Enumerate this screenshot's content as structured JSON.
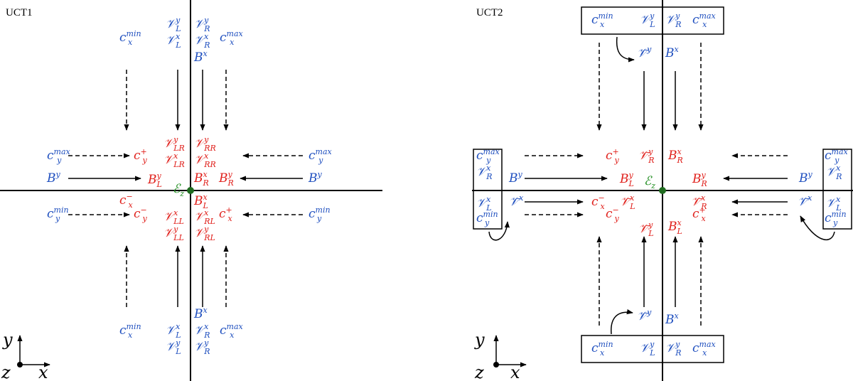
{
  "colors": {
    "blue": "#1f4fbf",
    "red": "#e0201b",
    "green": "#1a8a1a",
    "black": "#000000",
    "dot": "#1f6b1f"
  },
  "panels": [
    {
      "title": "UCT1",
      "labels": [
        {
          "role": "cmin-top",
          "base": "c",
          "sub": "x",
          "sup": "min",
          "color": "blue"
        },
        {
          "role": "VLy-top",
          "base": "𝒱",
          "sub": "L",
          "sup": "y",
          "color": "blue"
        },
        {
          "role": "VLx-top",
          "base": "𝒱",
          "sub": "L",
          "sup": "x",
          "color": "blue"
        },
        {
          "role": "VRy-top",
          "base": "𝒱",
          "sub": "R",
          "sup": "y",
          "color": "blue"
        },
        {
          "role": "VRx-top",
          "base": "𝒱",
          "sub": "R",
          "sup": "x",
          "color": "blue"
        },
        {
          "role": "Bx-top",
          "base": "B",
          "sub": "",
          "sup": "x",
          "color": "blue"
        },
        {
          "role": "cmax-top",
          "base": "c",
          "sub": "x",
          "sup": "max",
          "color": "blue"
        },
        {
          "role": "cymax-left",
          "base": "c",
          "sub": "y",
          "sup": "max",
          "color": "blue"
        },
        {
          "role": "By-left",
          "base": "B",
          "sub": "",
          "sup": "y",
          "color": "blue"
        },
        {
          "role": "cymin-left",
          "base": "c",
          "sub": "y",
          "sup": "min",
          "color": "blue"
        },
        {
          "role": "cymax-right",
          "base": "c",
          "sub": "y",
          "sup": "max",
          "color": "blue"
        },
        {
          "role": "By-right",
          "base": "B",
          "sub": "",
          "sup": "y",
          "color": "blue"
        },
        {
          "role": "cymin-right",
          "base": "c",
          "sub": "y",
          "sup": "min",
          "color": "blue"
        },
        {
          "role": "cyplus",
          "base": "c",
          "sub": "y",
          "sup": "+",
          "color": "red"
        },
        {
          "role": "BLy",
          "base": "B",
          "sub": "L",
          "sup": "y",
          "color": "red"
        },
        {
          "role": "VLRy",
          "base": "𝒱",
          "sub": "LR",
          "sup": "y",
          "color": "red"
        },
        {
          "role": "VLRx",
          "base": "𝒱",
          "sub": "LR",
          "sup": "x",
          "color": "red"
        },
        {
          "role": "VRRy",
          "base": "𝒱",
          "sub": "RR",
          "sup": "y",
          "color": "red"
        },
        {
          "role": "VRRx",
          "base": "𝒱",
          "sub": "RR",
          "sup": "x",
          "color": "red"
        },
        {
          "role": "BRx",
          "base": "B",
          "sub": "R",
          "sup": "x",
          "color": "red"
        },
        {
          "role": "BRy",
          "base": "B",
          "sub": "R",
          "sup": "y",
          "color": "red"
        },
        {
          "role": "Ez",
          "base": "ℰ",
          "sub": "z",
          "sup": "",
          "color": "green"
        },
        {
          "role": "cxminus",
          "base": "c",
          "sub": "x",
          "sup": "−",
          "color": "red"
        },
        {
          "role": "cyminus",
          "base": "c",
          "sub": "y",
          "sup": "−",
          "color": "red"
        },
        {
          "role": "BLx",
          "base": "B",
          "sub": "L",
          "sup": "x",
          "color": "red"
        },
        {
          "role": "VLLx",
          "base": "𝒱",
          "sub": "LL",
          "sup": "x",
          "color": "red"
        },
        {
          "role": "VLLy",
          "base": "𝒱",
          "sub": "LL",
          "sup": "y",
          "color": "red"
        },
        {
          "role": "VRLx",
          "base": "𝒱",
          "sub": "RL",
          "sup": "x",
          "color": "red"
        },
        {
          "role": "VRLy",
          "base": "𝒱",
          "sub": "RL",
          "sup": "y",
          "color": "red"
        },
        {
          "role": "cxplus",
          "base": "c",
          "sub": "x",
          "sup": "+",
          "color": "red"
        },
        {
          "role": "cmin-bot",
          "base": "c",
          "sub": "x",
          "sup": "min",
          "color": "blue"
        },
        {
          "role": "VLx-bot",
          "base": "𝒱",
          "sub": "L",
          "sup": "x",
          "color": "blue"
        },
        {
          "role": "VLy-bot",
          "base": "𝒱",
          "sub": "L",
          "sup": "y",
          "color": "blue"
        },
        {
          "role": "Bx-bot",
          "base": "B",
          "sub": "",
          "sup": "x",
          "color": "blue"
        },
        {
          "role": "VRx-bot",
          "base": "𝒱",
          "sub": "R",
          "sup": "x",
          "color": "blue"
        },
        {
          "role": "VRy-bot",
          "base": "𝒱",
          "sub": "R",
          "sup": "y",
          "color": "blue"
        },
        {
          "role": "cmax-bot",
          "base": "c",
          "sub": "x",
          "sup": "max",
          "color": "blue"
        }
      ]
    },
    {
      "title": "UCT2",
      "labels": [
        {
          "role": "cmin-top",
          "base": "c",
          "sub": "x",
          "sup": "min",
          "color": "blue"
        },
        {
          "role": "VLy-top",
          "base": "𝒱",
          "sub": "L",
          "sup": "y",
          "color": "blue"
        },
        {
          "role": "VRy-top",
          "base": "𝒱",
          "sub": "R",
          "sup": "y",
          "color": "blue"
        },
        {
          "role": "cmax-top",
          "base": "c",
          "sub": "x",
          "sup": "max",
          "color": "blue"
        },
        {
          "role": "Vbar-y-top",
          "base": "𝒱̄",
          "sub": "",
          "sup": "y",
          "color": "blue"
        },
        {
          "role": "Bx-top",
          "base": "B",
          "sub": "",
          "sup": "x",
          "color": "blue"
        },
        {
          "role": "cymax-left",
          "base": "c",
          "sub": "y",
          "sup": "max",
          "color": "blue"
        },
        {
          "role": "VRx-left",
          "base": "𝒱",
          "sub": "R",
          "sup": "x",
          "color": "blue"
        },
        {
          "role": "VLx-left",
          "base": "𝒱",
          "sub": "L",
          "sup": "x",
          "color": "blue"
        },
        {
          "role": "cymin-left",
          "base": "c",
          "sub": "y",
          "sup": "min",
          "color": "blue"
        },
        {
          "role": "By-left",
          "base": "B",
          "sub": "",
          "sup": "y",
          "color": "blue"
        },
        {
          "role": "Vbar-x-left",
          "base": "𝒱̄",
          "sub": "",
          "sup": "x",
          "color": "blue"
        },
        {
          "role": "cymax-right",
          "base": "c",
          "sub": "y",
          "sup": "max",
          "color": "blue"
        },
        {
          "role": "VRx-right",
          "base": "𝒱",
          "sub": "R",
          "sup": "x",
          "color": "blue"
        },
        {
          "role": "VLx-right",
          "base": "𝒱",
          "sub": "L",
          "sup": "x",
          "color": "blue"
        },
        {
          "role": "cymin-right",
          "base": "c",
          "sub": "y",
          "sup": "min",
          "color": "blue"
        },
        {
          "role": "By-right",
          "base": "B",
          "sub": "",
          "sup": "y",
          "color": "blue"
        },
        {
          "role": "Vbar-x-right",
          "base": "𝒱̄",
          "sub": "",
          "sup": "x",
          "color": "blue"
        },
        {
          "role": "cyplus",
          "base": "c",
          "sub": "y",
          "sup": "+",
          "color": "red"
        },
        {
          "role": "VbarRy",
          "base": "𝒱̄",
          "sub": "R",
          "sup": "y",
          "color": "red"
        },
        {
          "role": "BRx",
          "base": "B",
          "sub": "R",
          "sup": "x",
          "color": "red"
        },
        {
          "role": "BLy",
          "base": "B",
          "sub": "L",
          "sup": "y",
          "color": "red"
        },
        {
          "role": "Ez",
          "base": "ℰ",
          "sub": "z",
          "sup": "",
          "color": "green"
        },
        {
          "role": "BRy",
          "base": "B",
          "sub": "R",
          "sup": "y",
          "color": "red"
        },
        {
          "role": "cxminus",
          "base": "c",
          "sub": "x",
          "sup": "−",
          "color": "red"
        },
        {
          "role": "VbarLx",
          "base": "𝒱̄",
          "sub": "L",
          "sup": "x",
          "color": "red"
        },
        {
          "role": "VbarRx",
          "base": "𝒱̄",
          "sub": "R",
          "sup": "x",
          "color": "red"
        },
        {
          "role": "cyminus",
          "base": "c",
          "sub": "y",
          "sup": "−",
          "color": "red"
        },
        {
          "role": "cxplus",
          "base": "c",
          "sub": "x",
          "sup": "+",
          "color": "red"
        },
        {
          "role": "VbarLy",
          "base": "𝒱̄",
          "sub": "L",
          "sup": "y",
          "color": "red"
        },
        {
          "role": "BLx",
          "base": "B",
          "sub": "L",
          "sup": "x",
          "color": "red"
        },
        {
          "role": "Vbar-y-bot",
          "base": "𝒱̄",
          "sub": "",
          "sup": "y",
          "color": "blue"
        },
        {
          "role": "Bx-bot",
          "base": "B",
          "sub": "",
          "sup": "x",
          "color": "blue"
        },
        {
          "role": "cmin-bot",
          "base": "c",
          "sub": "x",
          "sup": "min",
          "color": "blue"
        },
        {
          "role": "VLy-bot",
          "base": "𝒱",
          "sub": "L",
          "sup": "y",
          "color": "blue"
        },
        {
          "role": "VRy-bot",
          "base": "𝒱",
          "sub": "R",
          "sup": "y",
          "color": "blue"
        },
        {
          "role": "cmax-bot",
          "base": "c",
          "sub": "x",
          "sup": "max",
          "color": "blue"
        }
      ]
    }
  ],
  "axes": {
    "y": "y",
    "x": "x",
    "z": "z"
  }
}
